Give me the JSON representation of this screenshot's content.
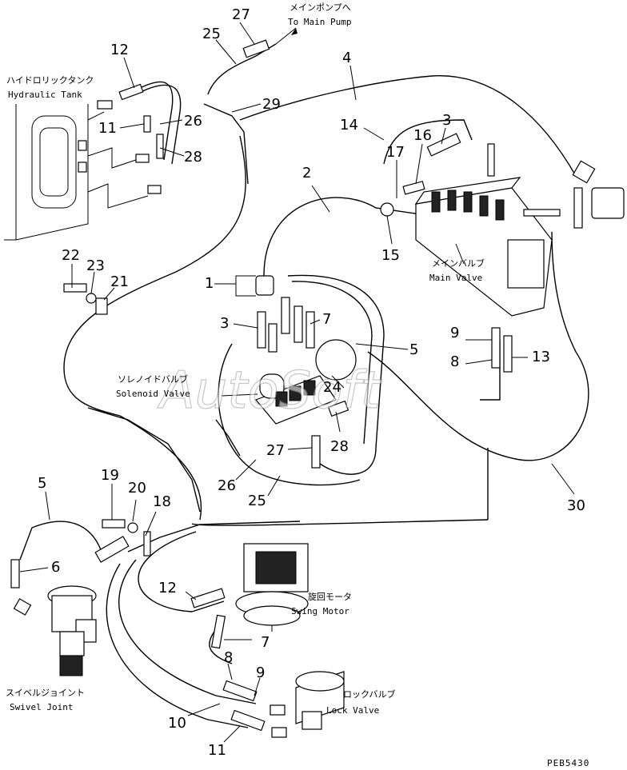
{
  "labels": {
    "to_main_pump_ja": "メインポンプへ",
    "to_main_pump_en": "To Main Pump",
    "hydraulic_tank_ja": "ハイドロリックタンク",
    "hydraulic_tank_en": "Hydraulic Tank",
    "main_valve_ja": "メインバルブ",
    "main_valve_en": "Main Valve",
    "solenoid_valve_ja": "ソレノイドバルブ",
    "solenoid_valve_en": "Solenoid Valve",
    "swing_motor_ja": "旋回モータ",
    "swing_motor_en": "Swing Motor",
    "swivel_joint_ja": "スイベルジョイント",
    "swivel_joint_en": "Swivel Joint",
    "lock_valve_ja": "ロックバルブ",
    "lock_valve_en": "Lock Valve"
  },
  "watermark": "AutoSoft",
  "drawing_code": "PEB5430",
  "callouts": {
    "c27a": "27",
    "c25a": "25",
    "c12a": "12",
    "c4": "4",
    "c29": "29",
    "c14": "14",
    "c3a": "3",
    "c16": "16",
    "c17": "17",
    "c11a": "11",
    "c26a": "26",
    "c28a": "28",
    "c2": "2",
    "c15": "15",
    "c22": "22",
    "c23": "23",
    "c21": "21",
    "c1": "1",
    "c3b": "3",
    "c7a": "7",
    "c9a": "9",
    "c8a": "8",
    "c13": "13",
    "c5a": "5",
    "c24": "24",
    "c27b": "27",
    "c28b": "28",
    "c26b": "26",
    "c25b": "25",
    "c30": "30",
    "c5b": "5",
    "c19": "19",
    "c20": "20",
    "c18": "18",
    "c6": "6",
    "c12b": "12",
    "c7b": "7",
    "c8b": "8",
    "c9b": "9",
    "c10": "10",
    "c11b": "11"
  }
}
